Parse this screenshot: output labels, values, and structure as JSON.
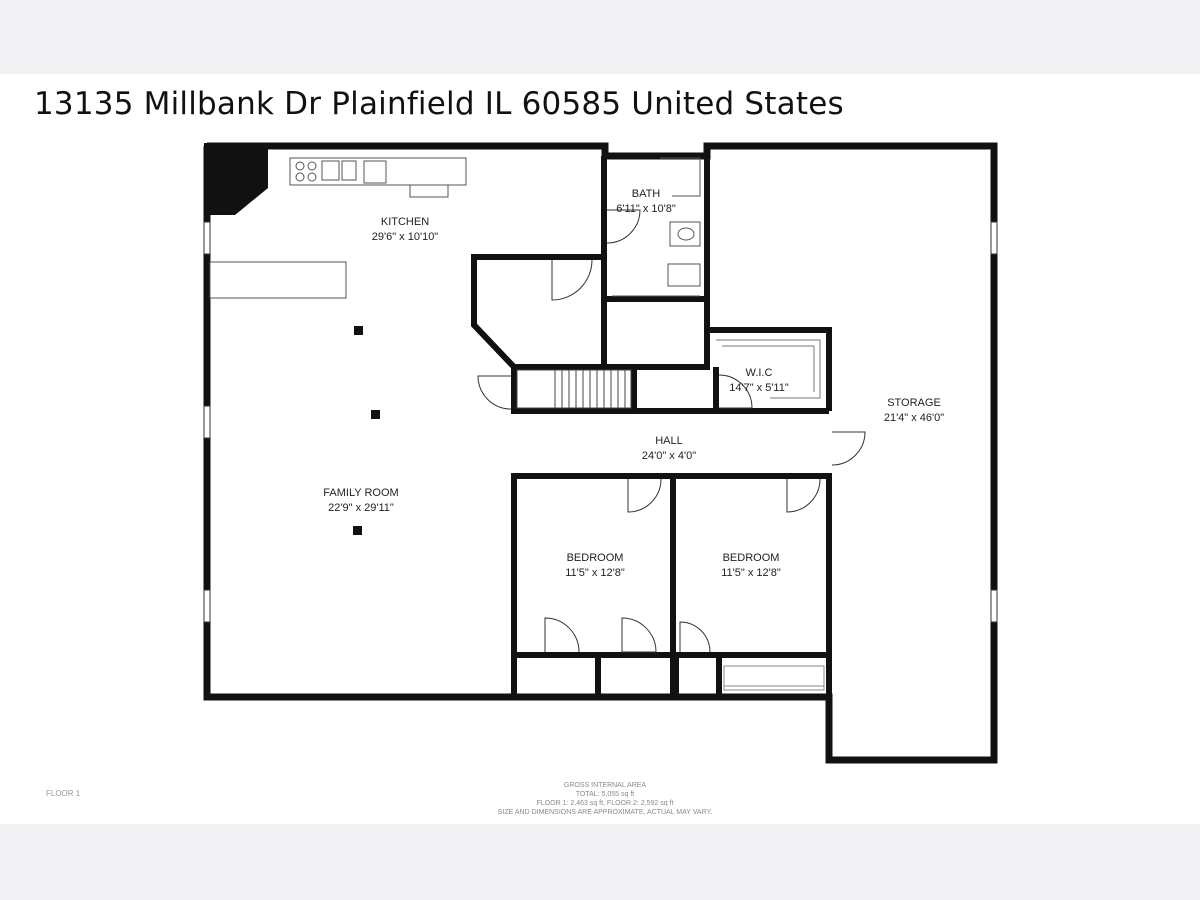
{
  "header": {
    "address": "13135 Millbank Dr Plainfield IL 60585 United States"
  },
  "rooms": {
    "kitchen": {
      "name": "KITCHEN",
      "dims": "29'6\" x 10'10\""
    },
    "bath": {
      "name": "BATH",
      "dims": "6'11\" x 10'8\""
    },
    "family_room": {
      "name": "FAMILY ROOM",
      "dims": "22'9\" x 29'11\""
    },
    "wic": {
      "name": "W.I.C",
      "dims": "14'7\" x 5'11\""
    },
    "hall": {
      "name": "HALL",
      "dims": "24'0\" x 4'0\""
    },
    "storage": {
      "name": "STORAGE",
      "dims": "21'4\" x 46'0\""
    },
    "bedroom_1": {
      "name": "BEDROOM",
      "dims": "11'5\" x 12'8\""
    },
    "bedroom_2": {
      "name": "BEDROOM",
      "dims": "11'5\" x 12'8\""
    }
  },
  "footer": {
    "floor_label": "FLOOR 1",
    "area_title": "GROSS INTERNAL AREA",
    "area_total": "TOTAL: 5,055 sq ft",
    "area_floors": "FLOOR 1: 2,463 sq ft, FLOOR 2: 2,592 sq ft",
    "disclaimer": "SIZE AND DIMENSIONS ARE APPROXIMATE, ACTUAL MAY VARY."
  },
  "colors": {
    "wall": "#111111",
    "fixture": "#666666",
    "background": "#ffffff",
    "band": "#f2f2f4"
  }
}
